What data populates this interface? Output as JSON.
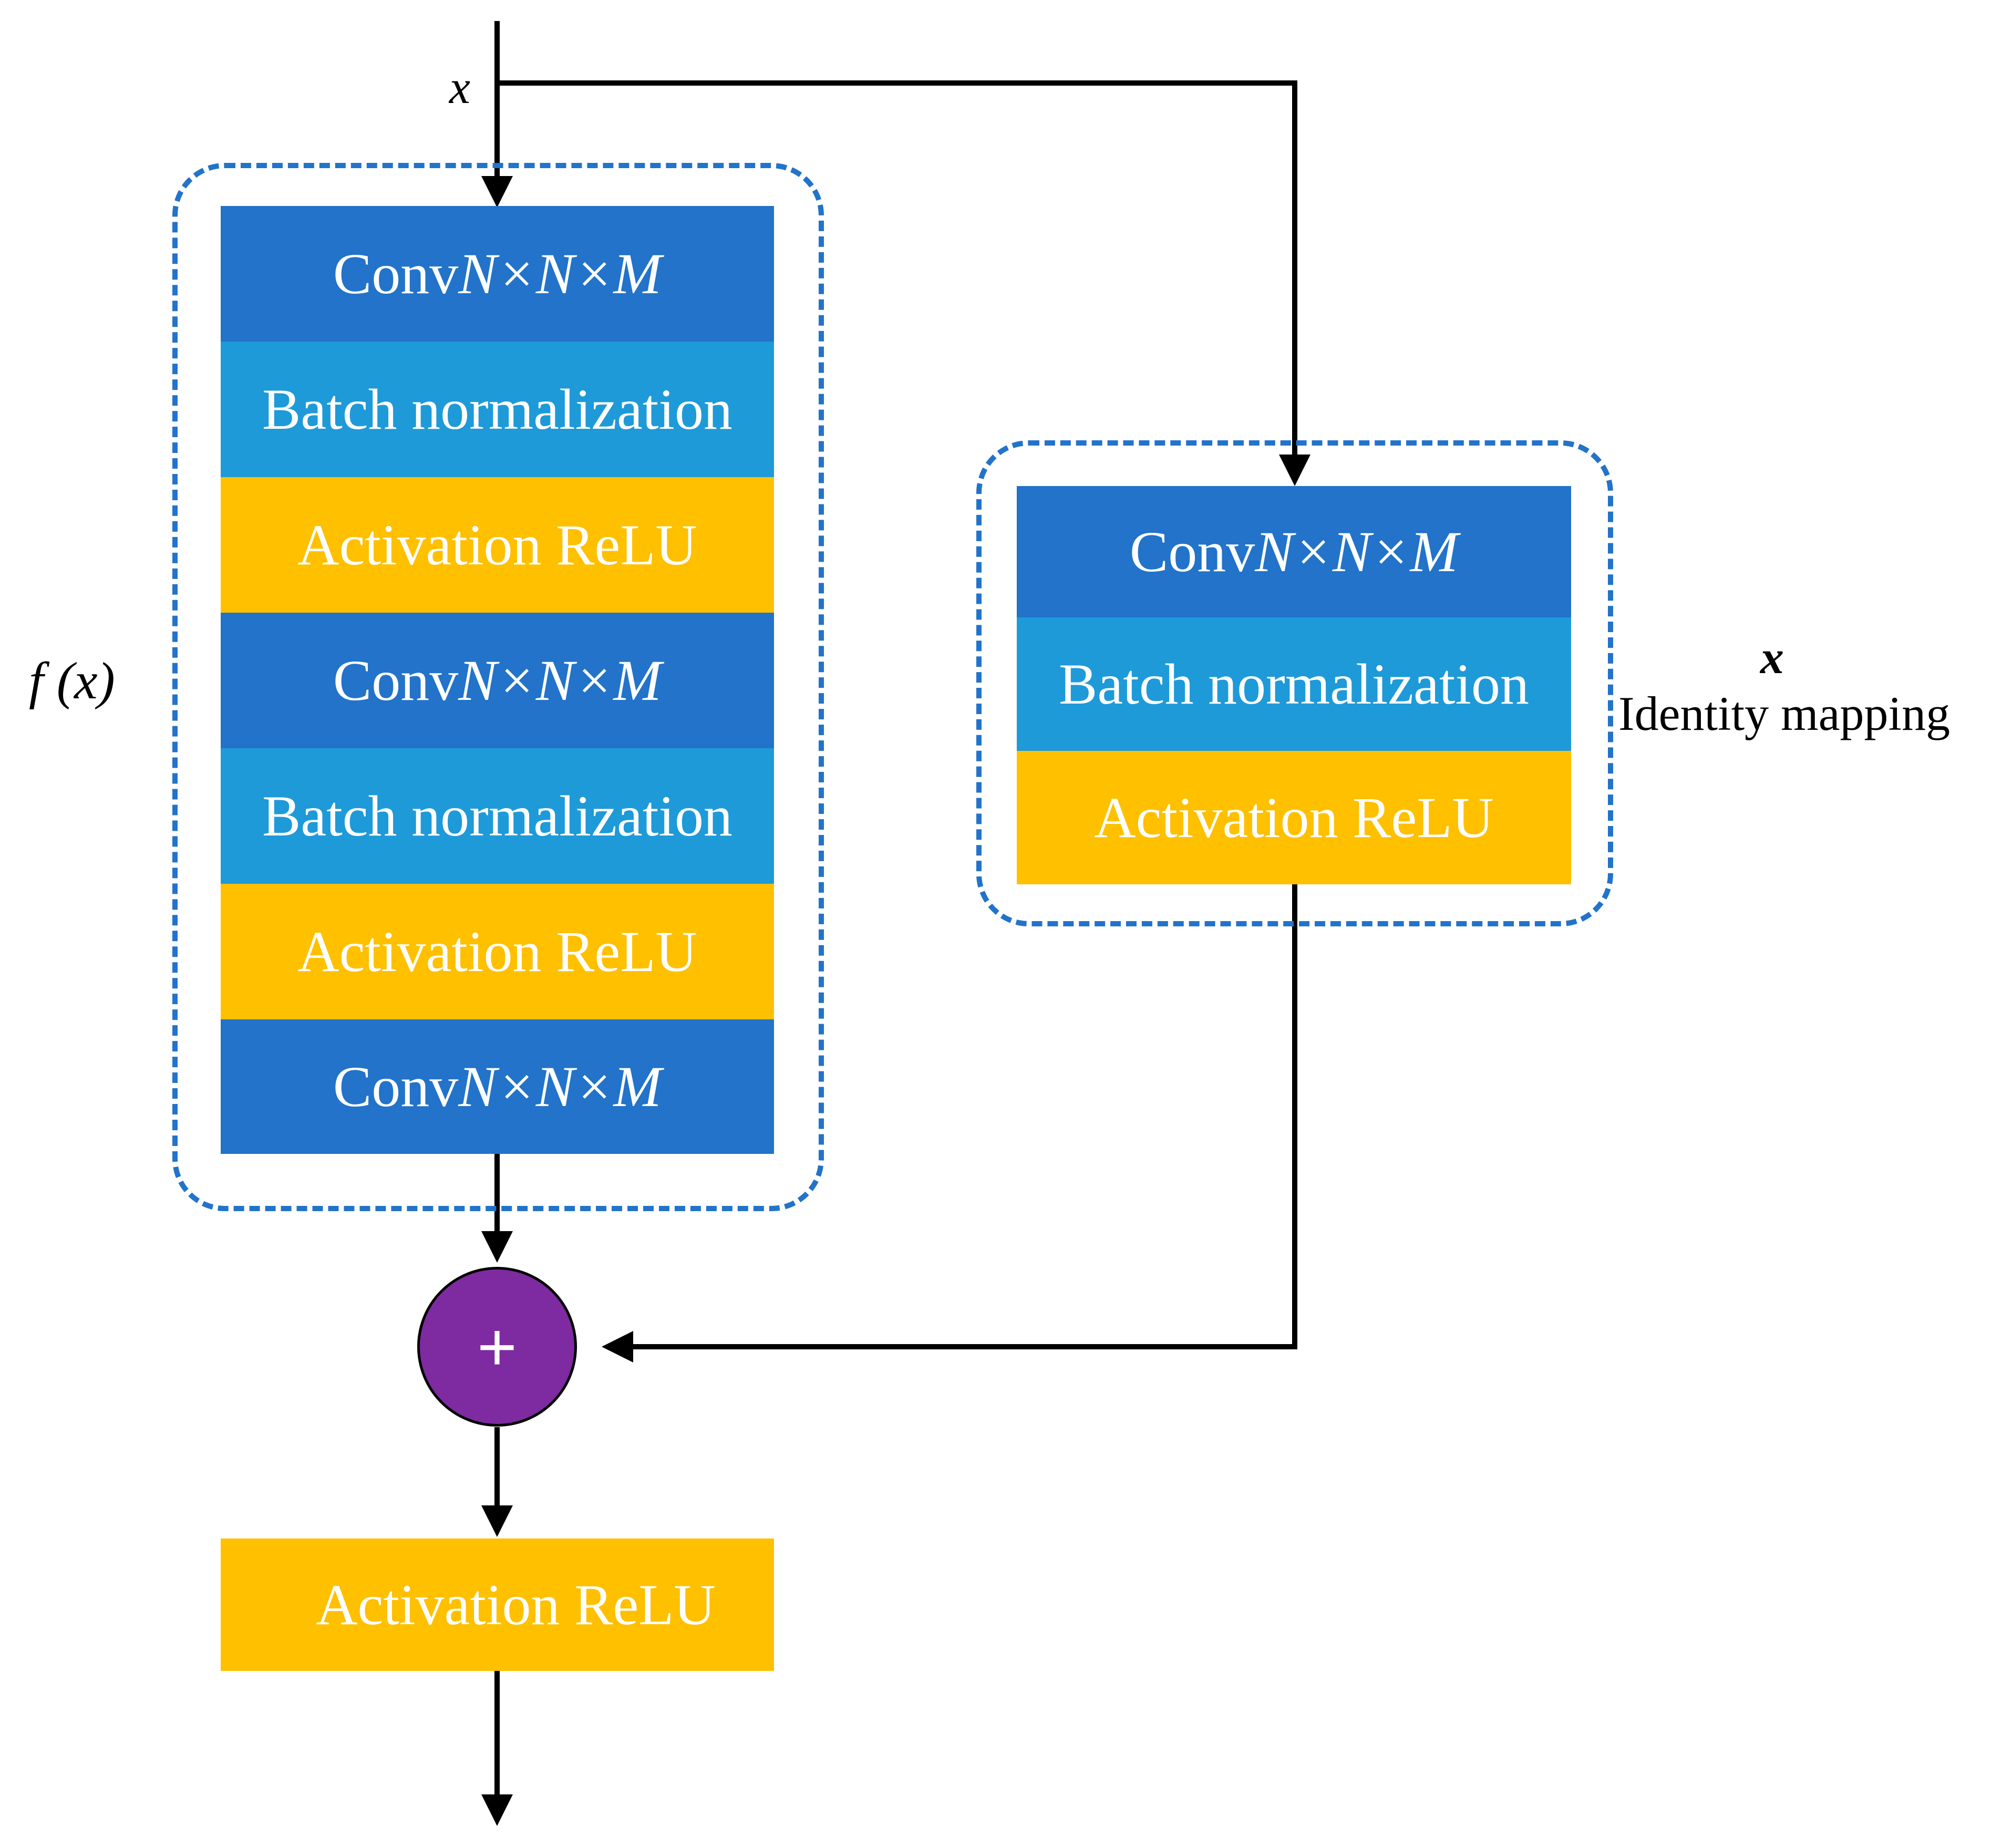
{
  "input_label": "x",
  "residual": {
    "label": "f (x)",
    "blocks": [
      {
        "type": "conv",
        "prefix": "Conv",
        "formula": "N×N×M"
      },
      {
        "type": "bn",
        "text": "Batch normalization"
      },
      {
        "type": "relu",
        "text": "Activation ReLU"
      },
      {
        "type": "conv",
        "prefix": "Conv",
        "formula": "N×N×M"
      },
      {
        "type": "bn",
        "text": "Batch normalization"
      },
      {
        "type": "relu",
        "text": "Activation ReLU"
      },
      {
        "type": "conv",
        "prefix": "Conv",
        "formula": "N×N×M"
      }
    ]
  },
  "shortcut": {
    "label_var": "x",
    "label_text": "Identity mapping",
    "blocks": [
      {
        "type": "conv",
        "prefix": "Conv",
        "formula": "N×N×M"
      },
      {
        "type": "bn",
        "text": "Batch normalization"
      },
      {
        "type": "relu",
        "text": "Activation ReLU"
      }
    ]
  },
  "sum_symbol": "+",
  "output_block": {
    "type": "relu",
    "text": "Activation ReLU"
  },
  "colors": {
    "conv": "#2273C9",
    "batch_norm": "#1E9AD8",
    "relu": "#FFC000",
    "sum_node": "#7E2AA0",
    "group_border": "#2273C9"
  }
}
